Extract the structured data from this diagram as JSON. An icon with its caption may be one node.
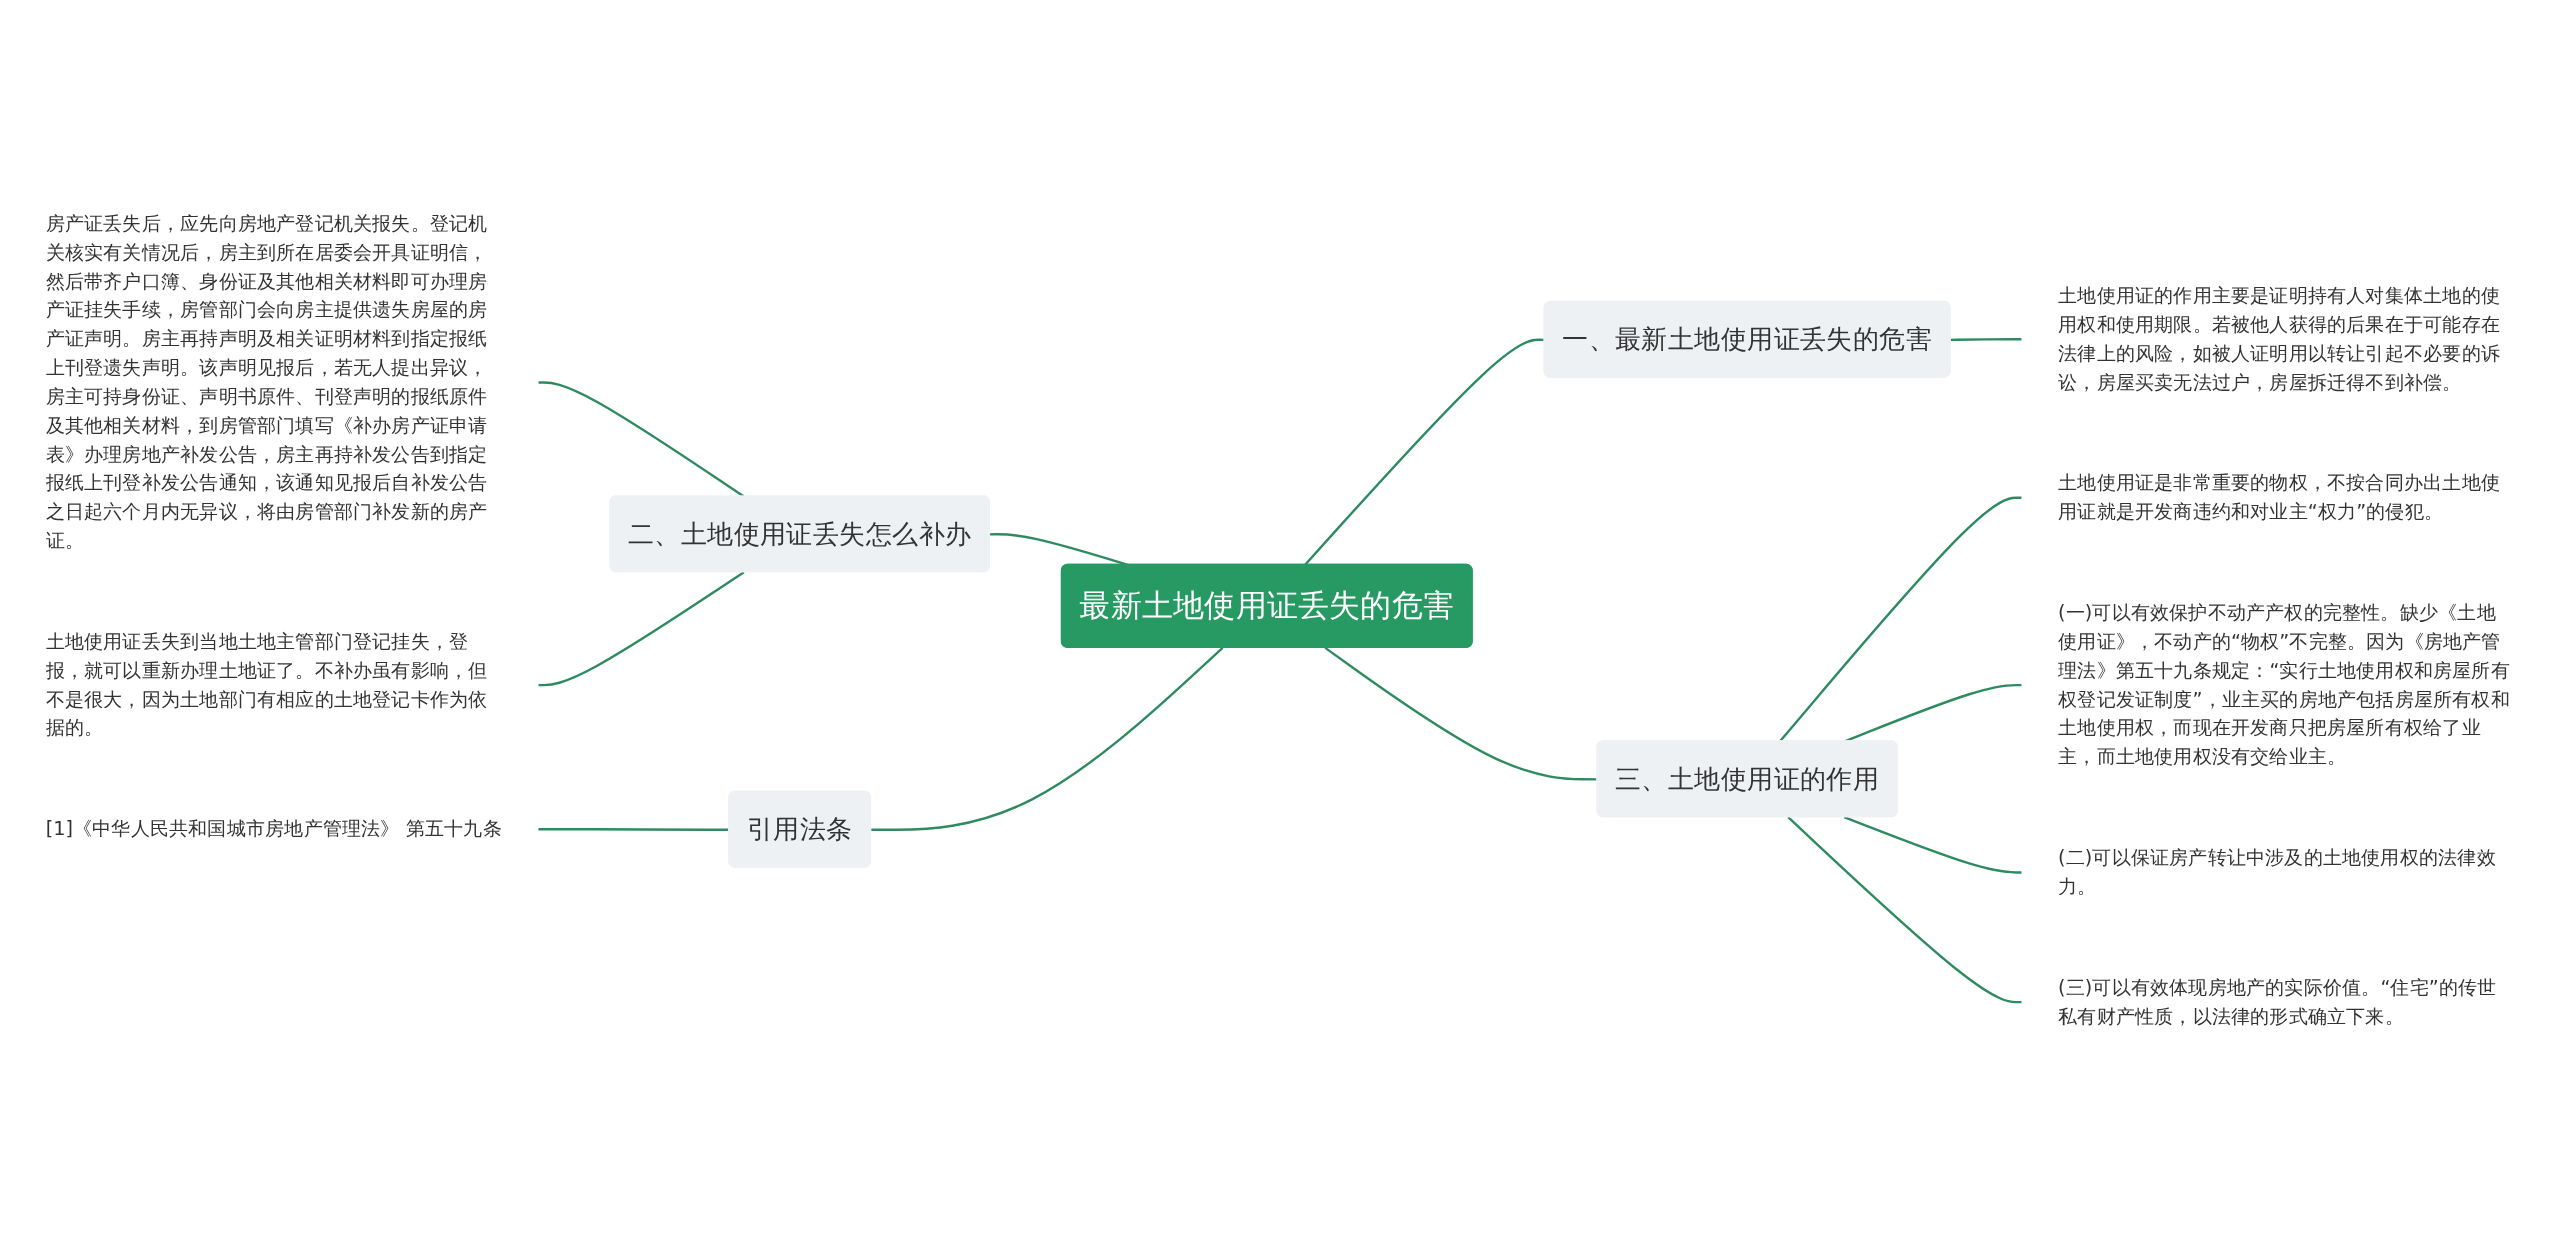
{
  "diagram": {
    "nodes": [
      {
        "text": [
          "最新土地使用证丢失的危害"
        ]
      },
      {
        "text": [
          "二、土地使用证丢失怎么补办"
        ]
      },
      {
        "text": [
          "房产证丢失后，应先向房地产登记机关报失。登记机关核实有关情况后，房主到所在居委会开具证明信，然后带齐户口簿、身份证及其他相关材料即可办理房产证挂失手续，房管部门会向房主提供遗失房屋的房产证声明。房主再持声明及相关证明材料到指定报纸上刊登遗失声明。该声明见报后，若无人提出异议，房主可持身份证、声明书原件、刊登声明的报纸原件及其他相关材料，到房管部门填写《补办房产证申请表》办理房地产补发公告，房主再持补发公告到指定报纸上刊登补发公告通知，该通知见报后自补发公告之日起六个月内无异议，将由房管部门补发新的房产证。"
        ]
      },
      {
        "text": [
          "土地使用证丢失到当地土地主管部门登记挂失，登报，就可以重新办理土地证了。不补办虽有影响，但不是很大，因为土地部门有相应的土地登记卡作为依据的。"
        ]
      },
      {
        "text": [
          "引用法条"
        ]
      },
      {
        "text": [
          "[1]《中华人民共和国城市房地产管理法》 第五十九条"
        ]
      },
      {
        "text": [
          "一、最新土地使用证丢失的危害"
        ]
      },
      {
        "text": [
          "土地使用证的作用主要是证明持有人对集体土地的使用权和使用期限。若被他人获得的后果在于可能存在法律上的风险，如被人证明用以转让引起不必要的诉讼，房屋买卖无法过户，房屋拆迁得不到补偿。"
        ]
      },
      {
        "text": [
          "三、土地使用证的作用"
        ]
      },
      {
        "text": [
          "土地使用证是非常重要的物权，不按合同办出土地使用证就是开发商违约和对业主“权力”的侵犯。"
        ]
      },
      {
        "text": [
          "(一)可以有效保护不动产产权的完整性。缺少《土地使用证》，不动产的“物权”不完整。因为《房地产管理法》第五十九条规定：“实行土地使用权和房屋所有权登记发证制度”，业主买的房地产包括房屋所有权和土地使用权，而现在开发商只把房屋所有权给了业主，而土地使用权没有交给业主。"
        ]
      },
      {
        "text": [
          "(二)可以保证房产转让中涉及的土地使用权的法律效力。"
        ]
      },
      {
        "text": [
          "(三)可以有效体现房地产的实际价值。“住宅”的传世私有财产性质，以法律的形式确立下来。"
        ]
      }
    ],
    "edges": [
      {
        "from": 2,
        "to": 1,
        "arrow": "none"
      },
      {
        "from": 3,
        "to": 1,
        "arrow": "none"
      },
      {
        "from": 1,
        "to": 0,
        "arrow": "none"
      },
      {
        "from": 5,
        "to": 4,
        "arrow": "none"
      },
      {
        "from": 4,
        "to": 0,
        "arrow": "none"
      },
      {
        "from": 0,
        "to": 6,
        "arrow": "none"
      },
      {
        "from": 6,
        "to": 7,
        "arrow": "none"
      },
      {
        "from": 0,
        "to": 8,
        "arrow": "none"
      },
      {
        "from": 8,
        "to": 9,
        "arrow": "none"
      },
      {
        "from": 8,
        "to": 10,
        "arrow": "none"
      },
      {
        "from": 8,
        "to": 11,
        "arrow": "none"
      },
      {
        "from": 8,
        "to": 12,
        "arrow": "none"
      }
    ]
  }
}
